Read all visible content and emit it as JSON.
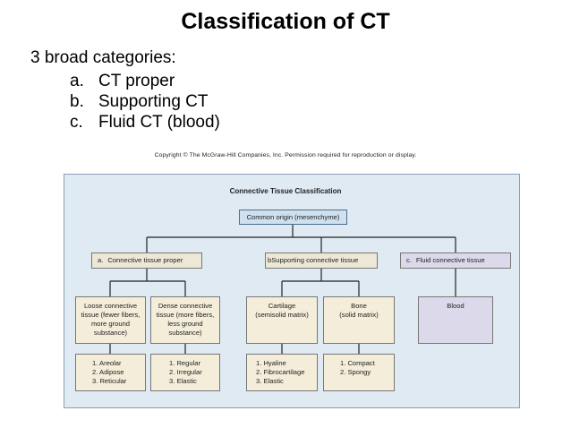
{
  "slide": {
    "title": "Classification of CT",
    "intro": "3 broad categories:",
    "items": [
      {
        "marker": "a.",
        "text": "CT proper"
      },
      {
        "marker": "b.",
        "text": "Supporting CT"
      },
      {
        "marker": "c.",
        "text": "Fluid CT (blood)"
      }
    ]
  },
  "figure": {
    "copyright": "Copyright © The McGraw-Hill Companies, Inc. Permission required for reproduction or display.",
    "title": "Connective Tissue Classification",
    "origin": "Common origin (mesenchyme)",
    "categories": [
      {
        "marker": "a.",
        "label": "Connective tissue proper"
      },
      {
        "marker": "b",
        "label": "Supporting connective tissue"
      },
      {
        "marker": "c.",
        "label": "Fluid connective tissue"
      }
    ],
    "subtypes": {
      "loose": [
        "Loose connective",
        "tissue (fewer fibers,",
        "more ground",
        "substance)"
      ],
      "dense": [
        "Dense connective",
        "tissue (more fibers,",
        "less ground",
        "substance)"
      ],
      "cartilage": [
        "Cartilage",
        "(semisolid matrix)"
      ],
      "bone": [
        "Bone",
        "(solid matrix)"
      ],
      "blood": [
        "Blood"
      ]
    },
    "types": {
      "loose": [
        "1. Areolar",
        "2. Adipose",
        "3. Reticular"
      ],
      "dense": [
        "1. Regular",
        "2. Irregular",
        "3. Elastic"
      ],
      "cartilage": [
        "1. Hyaline",
        "2. Fibrocartilage",
        "3. Elastic"
      ],
      "bone": [
        "1. Compact",
        "2. Spongy"
      ]
    },
    "colors": {
      "panel": "#dfeaf3",
      "origin_box": "#cfe0ee",
      "tan_box": "#f3edd9",
      "lavender_box": "#dcd9ea",
      "lines": "#222222"
    }
  }
}
